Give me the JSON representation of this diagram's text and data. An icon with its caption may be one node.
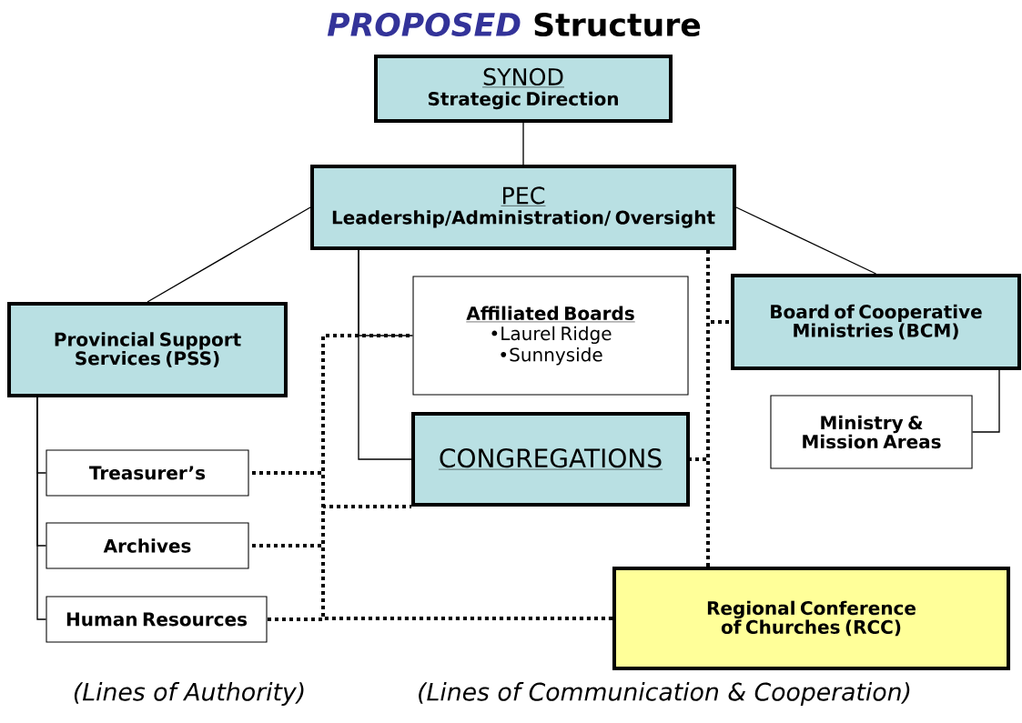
{
  "diagram": {
    "title": "*PROPOSED* Structure",
    "nodes": [
      {
        "text": [
          "SYNOD",
          "Strategic Direction"
        ]
      },
      {
        "text": [
          "PEC",
          "Leadership/Administration/ Oversight"
        ]
      },
      {
        "text": [
          "Provincial Support Services (PSS)"
        ]
      },
      {
        "text": [
          "Affiliated Boards",
          "•Laurel Ridge",
          "•Sunnyside"
        ]
      },
      {
        "text": [
          "Board of Cooperative Ministries (BCM)"
        ]
      },
      {
        "text": [
          "Ministry & Mission Areas"
        ]
      },
      {
        "text": [
          "Treasurer’s"
        ]
      },
      {
        "text": [
          "CONGREGATIONS"
        ]
      },
      {
        "text": [
          "Archives"
        ]
      },
      {
        "text": [
          "Human Resources"
        ]
      },
      {
        "text": [
          "Regional Conference of Churches (RCC)"
        ]
      }
    ],
    "edges": [
      {
        "from": 0,
        "to": 1,
        "arrow": "none"
      },
      {
        "from": 1,
        "to": 2,
        "arrow": "none"
      },
      {
        "from": 1,
        "to": 4,
        "arrow": "none"
      },
      {
        "from": 1,
        "to": 3,
        "arrow": "none"
      },
      {
        "from": 1,
        "to": 7,
        "arrow": "none"
      },
      {
        "from": 4,
        "to": 5,
        "arrow": "none"
      },
      {
        "from": 2,
        "to": 6,
        "arrow": "none"
      },
      {
        "from": 2,
        "to": 8,
        "arrow": "none"
      },
      {
        "from": 2,
        "to": 9,
        "arrow": "none"
      },
      {
        "from": 1,
        "to": 10,
        "arrow": "none",
        "style": "dashed"
      },
      {
        "from": 4,
        "to": 10,
        "arrow": "none",
        "style": "dashed"
      },
      {
        "from": 7,
        "to": 10,
        "arrow": "none",
        "style": "dashed"
      },
      {
        "from": 3,
        "to": 10,
        "arrow": "none",
        "style": "dashed"
      },
      {
        "from": 6,
        "to": 10,
        "arrow": "none",
        "style": "dashed"
      },
      {
        "from": 7,
        "to": 10,
        "arrow": "none",
        "style": "dashed"
      },
      {
        "from": 8,
        "to": 10,
        "arrow": "none",
        "style": "dashed"
      },
      {
        "from": 9,
        "to": 10,
        "arrow": "none",
        "style": "dashed"
      }
    ],
    "labels": [
      "(Lines of Authority)",
      "(Lines of Communication & Cooperation)"
    ]
  }
}
